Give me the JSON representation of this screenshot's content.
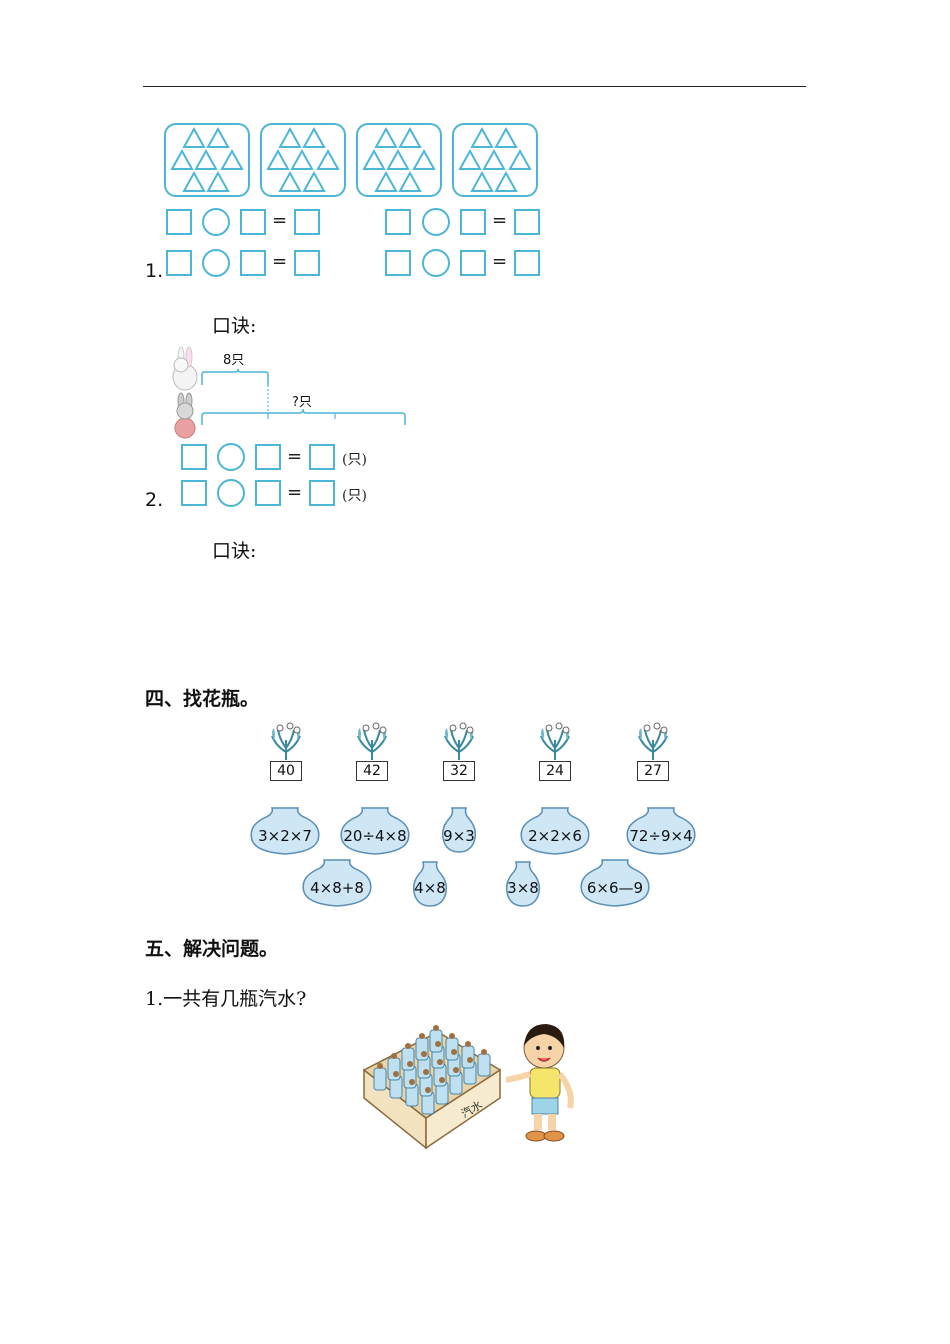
{
  "section3": {
    "q1_number": "1.",
    "q1_chant_label": "口诀:",
    "q2_number": "2.",
    "q2_chant_label": "口诀:",
    "equals_sign": "=",
    "bracket_top_label": "8只",
    "bracket_bottom_label": "?只",
    "unit_label": "(只)"
  },
  "section4": {
    "heading": "四、找花瓶。",
    "flower_numbers": [
      "40",
      "42",
      "32",
      "24",
      "27"
    ],
    "vases_row1": [
      "3×2×7",
      "20÷4×8",
      "9×3",
      "2×2×6",
      "72÷9×4"
    ],
    "vases_row2": [
      "4×8+8",
      "4×8",
      "3×8",
      "6×6—9"
    ]
  },
  "section5": {
    "heading": "五、解决问题。",
    "q1_text": "1.一共有几瓶汽水?",
    "box_label": "汽水"
  },
  "colors": {
    "accent_blue": "#4bb6d6",
    "vase_fill": "#cfe6f5",
    "vase_stroke": "#5a8fb5"
  }
}
